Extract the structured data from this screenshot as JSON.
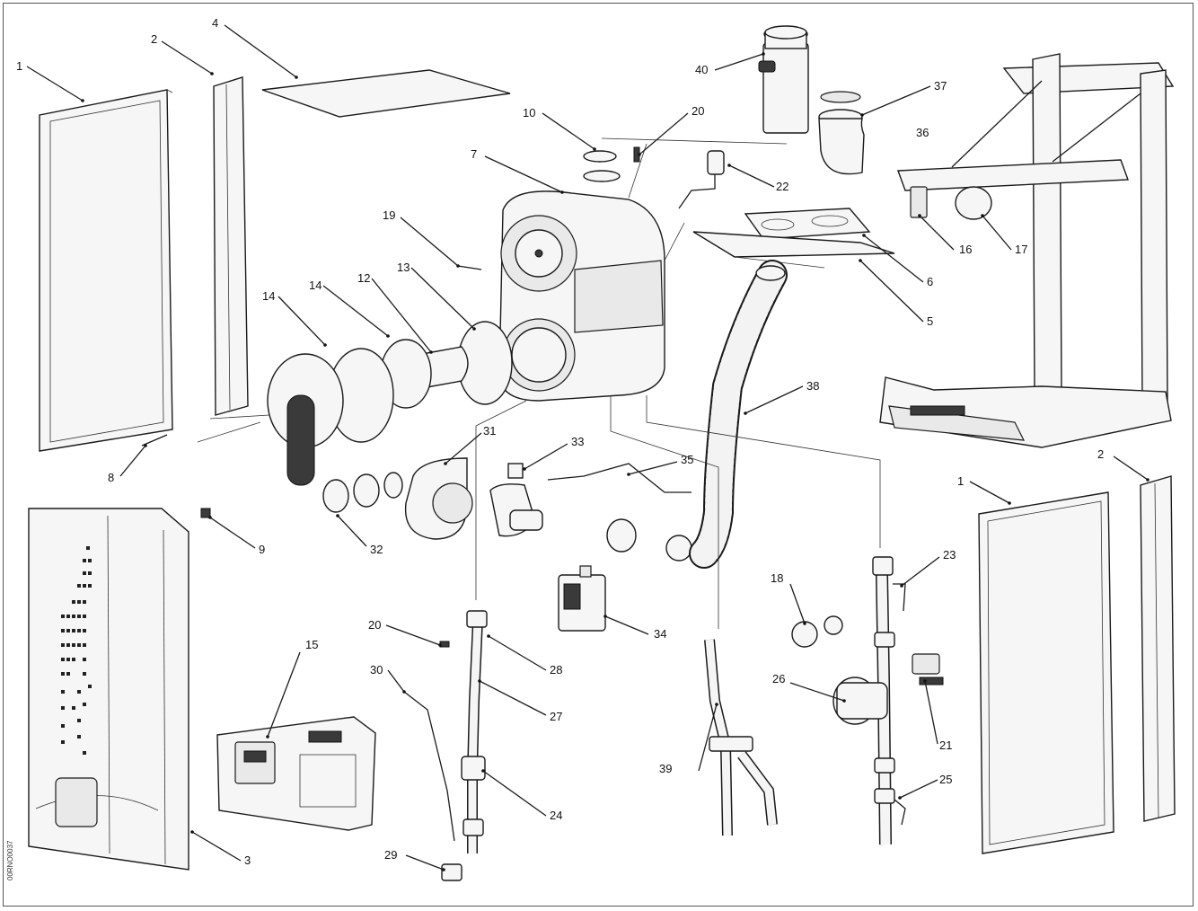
{
  "drawing_code": "00RNO0037",
  "callouts": [
    "1",
    "2",
    "4",
    "40",
    "37",
    "36",
    "10",
    "20",
    "7",
    "22",
    "19",
    "13",
    "12",
    "14",
    "14",
    "16",
    "17",
    "6",
    "5",
    "38",
    "8",
    "31",
    "33",
    "35",
    "2",
    "1",
    "9",
    "32",
    "18",
    "23",
    "34",
    "20",
    "28",
    "15",
    "30",
    "27",
    "24",
    "39",
    "26",
    "21",
    "25",
    "29",
    "3"
  ]
}
